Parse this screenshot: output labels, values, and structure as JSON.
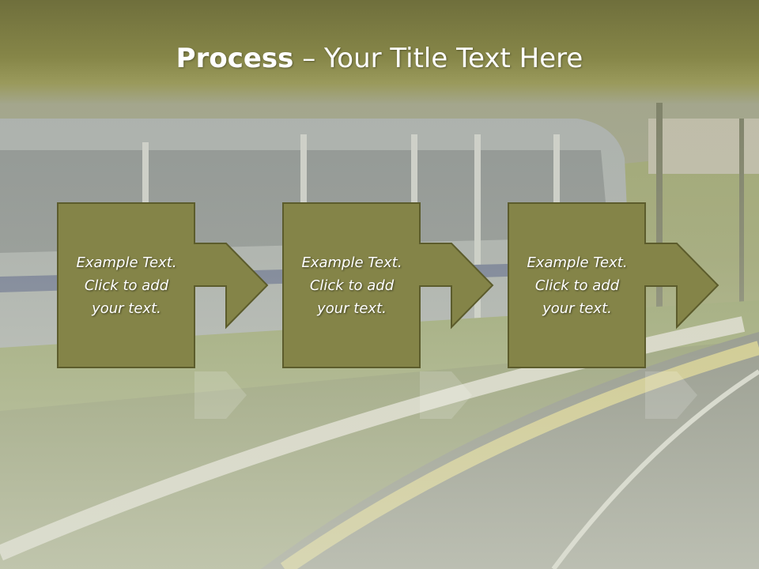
{
  "title": {
    "bold": "Process",
    "separator": " – ",
    "rest": "Your Title Text Here"
  },
  "steps": [
    {
      "text": "Example Text.\nClick  to add\nyour text."
    },
    {
      "text": "Example Text.\nClick  to add\nyour text."
    },
    {
      "text": "Example Text.\nClick  to add\nyour text."
    }
  ],
  "colors": {
    "title_band": "#868648",
    "box_fill": "#848448",
    "box_border": "#5c5c2c",
    "text": "#ffffff"
  }
}
